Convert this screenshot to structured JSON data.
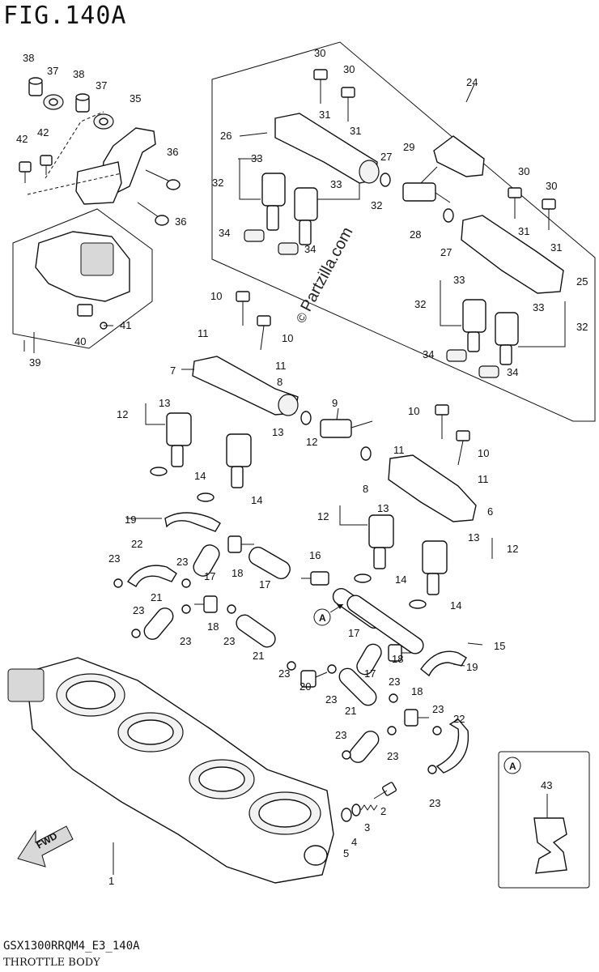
{
  "figure": {
    "title": "FIG.140A",
    "footer_code": "GSX1300RRQM4_E3_140A",
    "footer_name": "THROTTLE BODY",
    "watermark": "Partzilla.com",
    "watermark_symbol": "©"
  },
  "callouts": [
    "1",
    "2",
    "3",
    "4",
    "5",
    "6",
    "7",
    "8",
    "9",
    "10",
    "11",
    "12",
    "13",
    "14",
    "15",
    "16",
    "17",
    "18",
    "19",
    "20",
    "21",
    "22",
    "23",
    "24",
    "25",
    "26",
    "27",
    "28",
    "29",
    "30",
    "31",
    "32",
    "33",
    "34",
    "35",
    "36",
    "37",
    "38",
    "39",
    "40",
    "41",
    "42",
    "43"
  ],
  "detail_box": {
    "label": "A",
    "part": "43"
  },
  "fwd_label": "FWD",
  "pointer_label": "A"
}
